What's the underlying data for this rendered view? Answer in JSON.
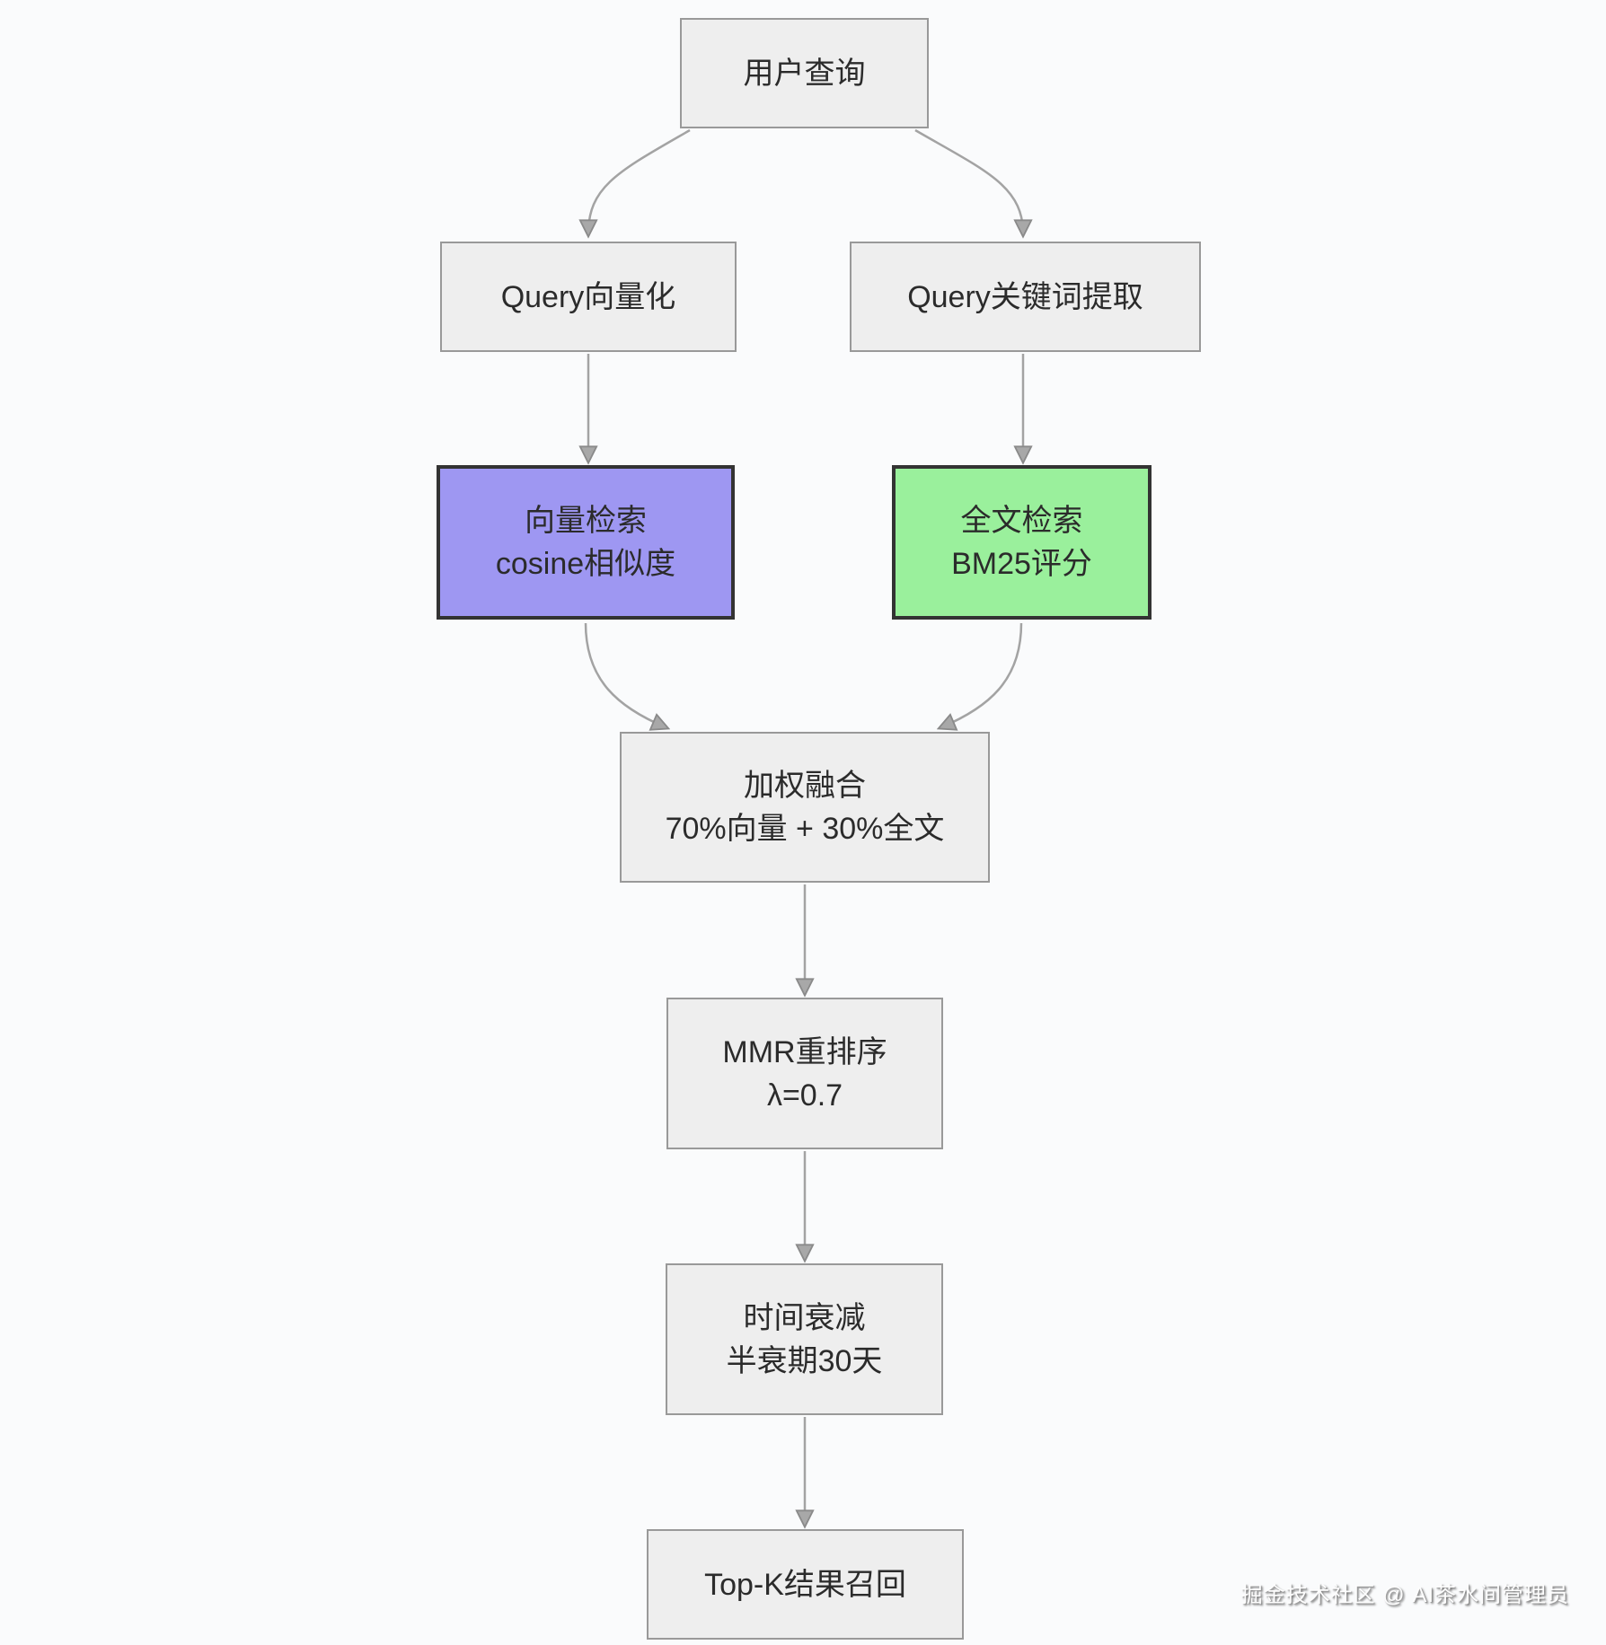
{
  "diagram": {
    "type": "flowchart",
    "direction": "top-down"
  },
  "colors": {
    "canvas_bg": "#fafbfc",
    "node_fill": "#eeeeee",
    "node_border": "#999999",
    "vector_fill": "#9e97f2",
    "fulltext_fill": "#9af09c",
    "highlight_border": "#333333",
    "arrow": "#a3a3a3",
    "text": "#2b2b2b"
  },
  "nodes": {
    "user_query": {
      "label": "用户查询"
    },
    "query_vectorize": {
      "label": "Query向量化"
    },
    "query_keywords": {
      "label": "Query关键词提取"
    },
    "vector_search": {
      "line1": "向量检索",
      "line2": "cosine相似度"
    },
    "fulltext_search": {
      "line1": "全文检索",
      "line2": "BM25评分"
    },
    "weighted_fusion": {
      "line1": "加权融合",
      "line2": "70%向量 + 30%全文"
    },
    "mmr_rerank": {
      "line1": "MMR重排序",
      "line2": "λ=0.7"
    },
    "time_decay": {
      "line1": "时间衰减",
      "line2": "半衰期30天"
    },
    "topk_recall": {
      "label": "Top-K结果召回"
    }
  },
  "edges": [
    {
      "from": "user_query",
      "to": "query_vectorize"
    },
    {
      "from": "user_query",
      "to": "query_keywords"
    },
    {
      "from": "query_vectorize",
      "to": "vector_search"
    },
    {
      "from": "query_keywords",
      "to": "fulltext_search"
    },
    {
      "from": "vector_search",
      "to": "weighted_fusion"
    },
    {
      "from": "fulltext_search",
      "to": "weighted_fusion"
    },
    {
      "from": "weighted_fusion",
      "to": "mmr_rerank"
    },
    {
      "from": "mmr_rerank",
      "to": "time_decay"
    },
    {
      "from": "time_decay",
      "to": "topk_recall"
    }
  ],
  "watermark": {
    "text": "掘金技术社区 @ AI茶水间管理员"
  }
}
